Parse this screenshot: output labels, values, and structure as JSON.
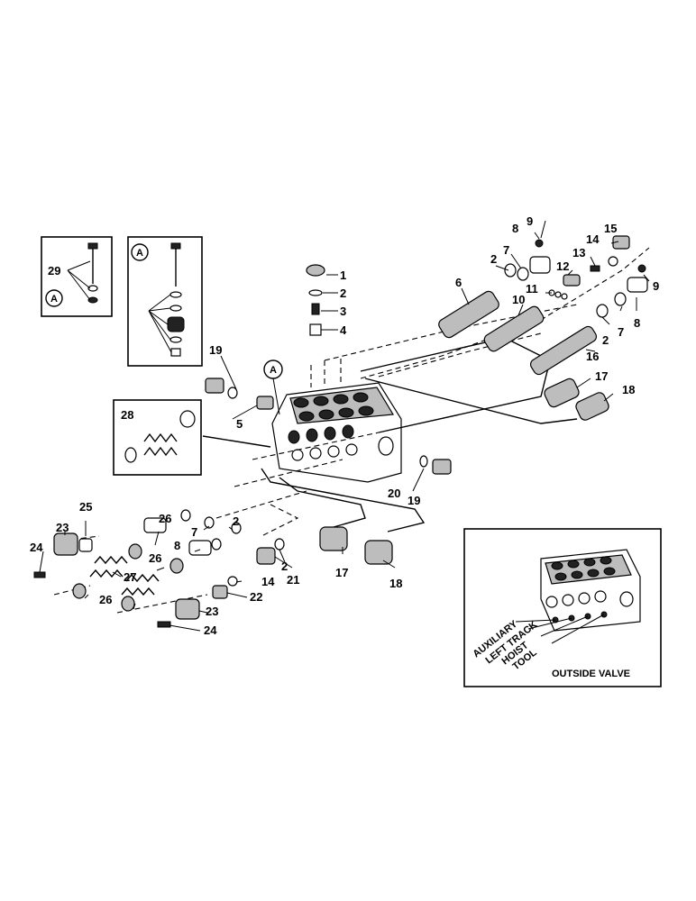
{
  "callouts": {
    "n1": "1",
    "n2": "2",
    "n3": "3",
    "n4": "4",
    "n5": "5",
    "n6": "6",
    "n7": "7",
    "n8": "8",
    "n9": "9",
    "n10": "10",
    "n11": "11",
    "n12": "12",
    "n13": "13",
    "n14": "14",
    "n15": "15",
    "n16": "16",
    "n17": "17",
    "n18": "18",
    "n19": "19",
    "n20": "20",
    "n21": "21",
    "n22": "22",
    "n23": "23",
    "n24": "24",
    "n25": "25",
    "n26": "26",
    "n27": "27",
    "n28": "28",
    "n29": "29"
  },
  "ref_marker": "A",
  "inset": {
    "title": "OUTSIDE VALVE",
    "labels": [
      "AUXILIARY",
      "LEFT TRACK",
      "HOIST",
      "TOOL"
    ]
  }
}
